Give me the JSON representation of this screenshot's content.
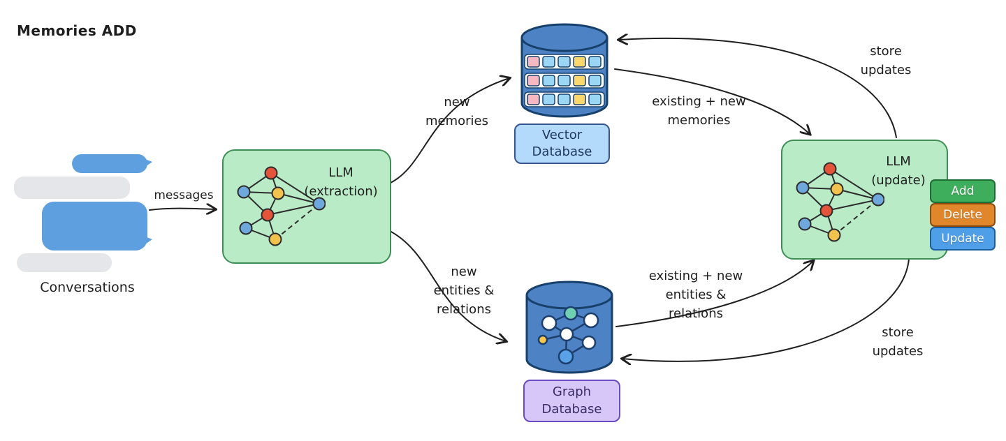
{
  "title": "Memories ADD",
  "conversations": {
    "label": "Conversations"
  },
  "edges": {
    "messages": "messages",
    "new_memories": "new\nmemories",
    "new_entities_relations": "new\nentities &\nrelations",
    "existing_new_memories": "existing + new\nmemories",
    "existing_new_entities": "existing + new\nentities &\nrelations",
    "store_updates_top": "store\nupdates",
    "store_updates_bottom": "store\nupdates"
  },
  "nodes": {
    "llm_extraction": {
      "label": "LLM\n(extraction)"
    },
    "llm_update": {
      "label": "LLM\n(update)"
    },
    "vector_database": {
      "label": "Vector\nDatabase"
    },
    "graph_database": {
      "label": "Graph\nDatabase"
    }
  },
  "actions": [
    {
      "label": "Add",
      "color": "#3fae5c"
    },
    {
      "label": "Delete",
      "color": "#e0862b"
    },
    {
      "label": "Update",
      "color": "#4f9ee8"
    }
  ],
  "icons": [
    "chat-bubbles-icon",
    "neural-network-icon",
    "vector-database-cylinder-icon",
    "graph-database-cylinder-icon"
  ],
  "colors": {
    "bubble_blue": "#5e9fe0",
    "bubble_gray": "#e4e6e9",
    "llm_box_green": "#b9ebc6",
    "llm_box_border": "#3e8e55",
    "vector_label_bg": "#b3d9fb",
    "graph_label_bg": "#d7c7f8",
    "database_blue": "#4d82c4",
    "database_outline": "#17406b",
    "memory_cell_pink": "#f6b8c1",
    "memory_cell_blue": "#9bd7f5",
    "memory_cell_yellow": "#fbd86e",
    "node_red": "#e4543b",
    "node_blue": "#6fa8dc",
    "node_yellow": "#f2c24e",
    "node_teal": "#6fd0b2",
    "arrow": "#1f1f1f"
  }
}
